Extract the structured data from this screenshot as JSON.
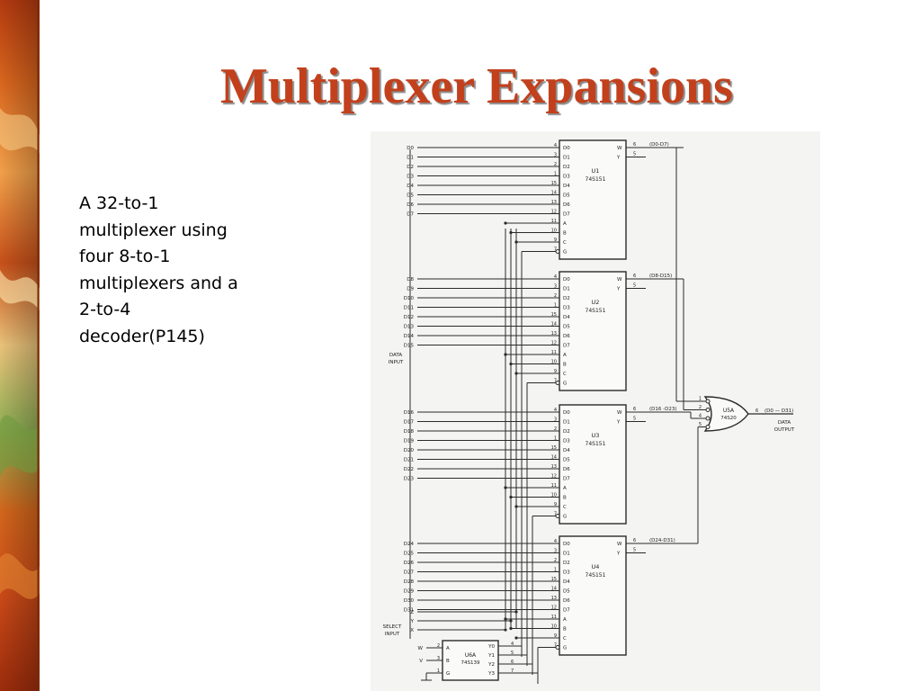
{
  "slide": {
    "title": "Multiplexer Expansions",
    "caption_lines": [
      "A 32-to-1",
      "multiplexer using",
      "four 8-to-1",
      "multiplexers and a",
      "2-to-4",
      "decoder(P145)"
    ]
  },
  "diagram": {
    "data_input_label": [
      "DATA",
      "INPUT"
    ],
    "select_input_label": [
      "SELECT",
      "INPUT"
    ],
    "data_output_label": [
      "DATA",
      "OUTPUT"
    ],
    "mux_input_pins": [
      "D0",
      "D1",
      "D2",
      "D3",
      "D4",
      "D5",
      "D6",
      "D7",
      "A",
      "B",
      "C",
      "G"
    ],
    "mux_pin_numbers": [
      "4",
      "3",
      "2",
      "1",
      "15",
      "14",
      "13",
      "12",
      "11",
      "10",
      "9",
      "7"
    ],
    "mux_out_pins": [
      "W",
      "Y"
    ],
    "mux_out_pin_numbers": [
      "6",
      "5"
    ],
    "muxes": [
      {
        "name": "U1",
        "part": "74S151",
        "bus": "(D0-D7)",
        "inputs": [
          "D0",
          "D1",
          "D2",
          "D3",
          "D4",
          "D5",
          "D6",
          "D7"
        ]
      },
      {
        "name": "U2",
        "part": "74S151",
        "bus": "(D8-D15)",
        "inputs": [
          "D8",
          "D9",
          "D10",
          "D11",
          "D12",
          "D13",
          "D14",
          "D15"
        ]
      },
      {
        "name": "U3",
        "part": "74S151",
        "bus": "(D16 -D23)",
        "inputs": [
          "D16",
          "D17",
          "D18",
          "D19",
          "D20",
          "D21",
          "D22",
          "D23"
        ]
      },
      {
        "name": "U4",
        "part": "74S151",
        "bus": "(D24-D31)",
        "inputs": [
          "D24",
          "D25",
          "D26",
          "D27",
          "D28",
          "D29",
          "D30",
          "D31"
        ]
      }
    ],
    "select_lines": [
      "Z",
      "Y",
      "X"
    ],
    "decoder": {
      "name": "U6A",
      "part": "74S139",
      "inputs": [
        "A",
        "B",
        "G"
      ],
      "input_labels": [
        "W",
        "V"
      ],
      "input_pin_numbers": [
        "2",
        "3",
        "1"
      ],
      "outputs": [
        "Y0",
        "Y1",
        "Y2",
        "Y3"
      ],
      "output_pin_numbers": [
        "4",
        "5",
        "6",
        "7"
      ]
    },
    "or_gate": {
      "name": "U5A",
      "part": "74S20",
      "input_pin_numbers": [
        "1",
        "2",
        "4",
        "5"
      ],
      "output_pin_number": "6",
      "bus": "(D0 — D31)"
    }
  }
}
